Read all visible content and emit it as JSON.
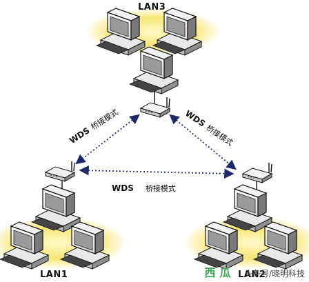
{
  "lans": {
    "lan1": "LAN1",
    "lan2": "LAN2",
    "lan3": "LAN3"
  },
  "links": {
    "left": {
      "mode": "WDS",
      "label": "桥接模式"
    },
    "right": {
      "mode": "WDS",
      "label": "桥接模式"
    },
    "bottom": {
      "mode": "WDS",
      "label": "桥接模式"
    }
  },
  "watermark": {
    "mark": "西瓜 ",
    "text": "头条号/晓明科技"
  },
  "icons": {
    "computer": "desktop-computer-icon",
    "router": "wireless-router-icon"
  },
  "colors": {
    "halo": "#f4e46a",
    "link": "#1f2a6b",
    "line": "#222222"
  }
}
